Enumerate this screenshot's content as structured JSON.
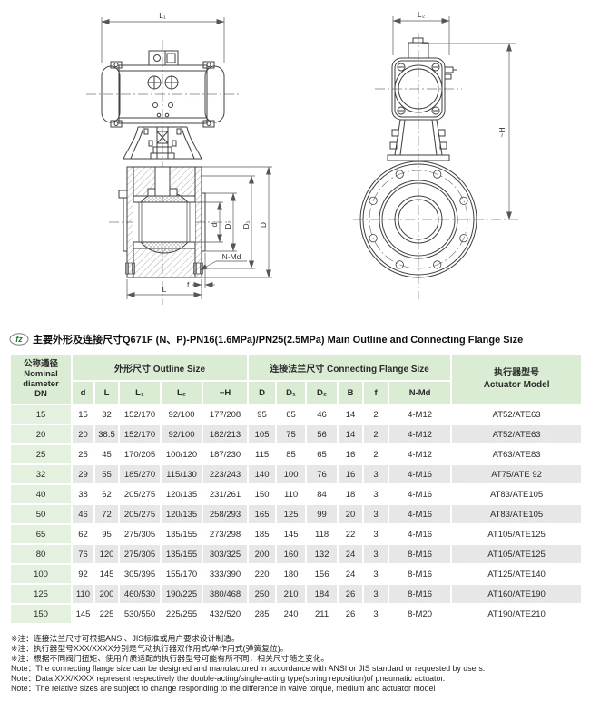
{
  "header": {
    "logo_text": "fz",
    "title": "主要外形及连接尺寸Q671F (N、P)-PN16(1.6MPa)/PN25(2.5MPa) Main Outline and Connecting Flange Size"
  },
  "drawing_labels": {
    "front": {
      "L1": "L₁",
      "d": "d",
      "D2": "D₂",
      "D1": "D₁",
      "D": "D",
      "NMd": "N-Md",
      "f": "f",
      "L": "L"
    },
    "side": {
      "L2": "L₂",
      "H": "~H"
    }
  },
  "table": {
    "dn_header": "公称通径\nNominal\ndiameter\nDN",
    "outline_group": "外形尺寸 Outline Size",
    "flange_group": "连接法兰尺寸 Connecting Flange Size",
    "actuator_header": "执行器型号\nActuator Model",
    "sub_headers": [
      "d",
      "L",
      "L₁",
      "L₂",
      "~H",
      "D",
      "D₁",
      "D₂",
      "B",
      "f",
      "N-Md"
    ],
    "rows": [
      [
        "15",
        "15",
        "32",
        "152/170",
        "92/100",
        "177/208",
        "95",
        "65",
        "46",
        "14",
        "2",
        "4-M12",
        "AT52/ATE63"
      ],
      [
        "20",
        "20",
        "38.5",
        "152/170",
        "92/100",
        "182/213",
        "105",
        "75",
        "56",
        "14",
        "2",
        "4-M12",
        "AT52/ATE63"
      ],
      [
        "25",
        "25",
        "45",
        "170/205",
        "100/120",
        "187/230",
        "115",
        "85",
        "65",
        "16",
        "2",
        "4-M12",
        "AT63/ATE83"
      ],
      [
        "32",
        "29",
        "55",
        "185/270",
        "115/130",
        "223/243",
        "140",
        "100",
        "76",
        "16",
        "3",
        "4-M16",
        "AT75/ATE 92"
      ],
      [
        "40",
        "38",
        "62",
        "205/275",
        "120/135",
        "231/261",
        "150",
        "110",
        "84",
        "18",
        "3",
        "4-M16",
        "AT83/ATE105"
      ],
      [
        "50",
        "46",
        "72",
        "205/275",
        "120/135",
        "258/293",
        "165",
        "125",
        "99",
        "20",
        "3",
        "4-M16",
        "AT83/ATE105"
      ],
      [
        "65",
        "62",
        "95",
        "275/305",
        "135/155",
        "273/298",
        "185",
        "145",
        "118",
        "22",
        "3",
        "4-M16",
        "AT105/ATE125"
      ],
      [
        "80",
        "76",
        "120",
        "275/305",
        "135/155",
        "303/325",
        "200",
        "160",
        "132",
        "24",
        "3",
        "8-M16",
        "AT105/ATE125"
      ],
      [
        "100",
        "92",
        "145",
        "305/395",
        "155/170",
        "333/390",
        "220",
        "180",
        "156",
        "24",
        "3",
        "8-M16",
        "AT125/ATE140"
      ],
      [
        "125",
        "110",
        "200",
        "460/530",
        "190/225",
        "380/468",
        "250",
        "210",
        "184",
        "26",
        "3",
        "8-M16",
        "AT160/ATE190"
      ],
      [
        "150",
        "145",
        "225",
        "530/550",
        "225/255",
        "432/520",
        "285",
        "240",
        "211",
        "26",
        "3",
        "8-M20",
        "AT190/ATE210"
      ]
    ]
  },
  "notes": [
    "※注：连接法兰尺寸可根据ANSI、JIS标准或用户要求设计制造。",
    "※注：执行器型号XXX/XXXX分别是气动执行器双作用式/单作用式(弹簧复位)。",
    "※注：根据不同阀门扭矩、使用介质适配的执行器型号可能有所不同，相关尺寸随之变化。",
    "Note：The connecting flange size can be designed and manufactured in accordance with ANSI or JIS standard or requested by users.",
    "Note：Data XXX/XXXX   represent respectively the double-acting/single-acting type(spring reposition)of pneumatic actuator.",
    "Note：The relative sizes are subject to change responding to the difference in valve torque, medium and actuator model"
  ],
  "colors": {
    "header_green": "#dbecd5",
    "dn_green": "#e3f1de",
    "row_gray": "#e7e7e7",
    "logo_green": "#1c7a2d"
  }
}
